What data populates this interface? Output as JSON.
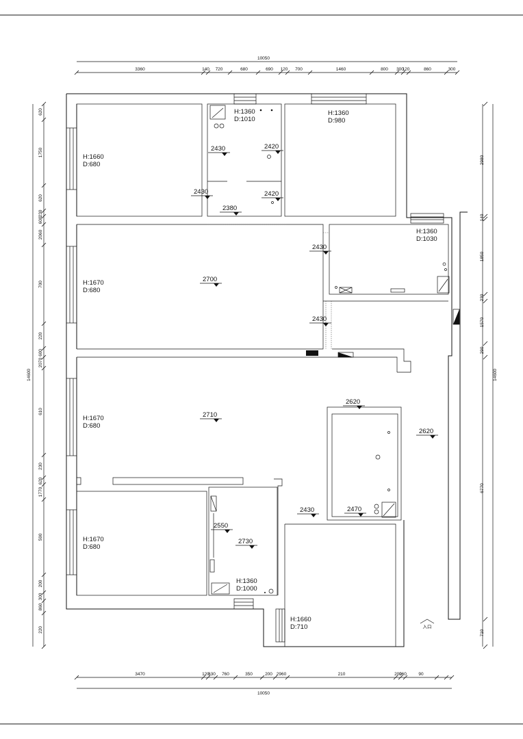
{
  "top_total": "10050",
  "bottom_total": "10050",
  "left_total": "14600",
  "right_total": "14600",
  "top_segments": [
    "3360",
    "140",
    "720",
    "680",
    "690",
    "120",
    "700",
    "1460",
    "800",
    "300",
    "120",
    "860",
    "300"
  ],
  "bottom_segments": [
    "3470",
    "120",
    "630",
    "760",
    "350",
    "200",
    "2960",
    "210",
    "200",
    "960",
    "90"
  ],
  "left_segments": [
    "620",
    "1750",
    "620",
    "230",
    "600",
    "2060",
    "700",
    "220",
    "600",
    "2070",
    "610",
    "230",
    "620",
    "1770",
    "590",
    "200",
    "300",
    "860",
    "220"
  ],
  "right_segments": [
    "2980",
    "140",
    "1850",
    "230",
    "1570",
    "290",
    "6770",
    "710"
  ],
  "rooms": [
    {
      "h": "H:1660",
      "d": "D:680"
    },
    {
      "h": "H:1360",
      "d": "D:1010"
    },
    {
      "h": "H:1360",
      "d": "D:980"
    },
    {
      "h": "H:1360",
      "d": "D:1030"
    },
    {
      "h": "H:1670",
      "d": "D:680"
    },
    {
      "h": "H:1670",
      "d": "D:680"
    },
    {
      "h": "H:1670",
      "d": "D:680"
    },
    {
      "h": "H:1360",
      "d": "D:1000"
    },
    {
      "h": "H:1660",
      "d": "D:710"
    }
  ],
  "levels": [
    "2430",
    "2420",
    "2430",
    "2420",
    "2380",
    "2430",
    "2700",
    "2430",
    "2620",
    "2710",
    "2620",
    "2430",
    "2470",
    "2550",
    "2730"
  ],
  "entrance_label": "入口"
}
